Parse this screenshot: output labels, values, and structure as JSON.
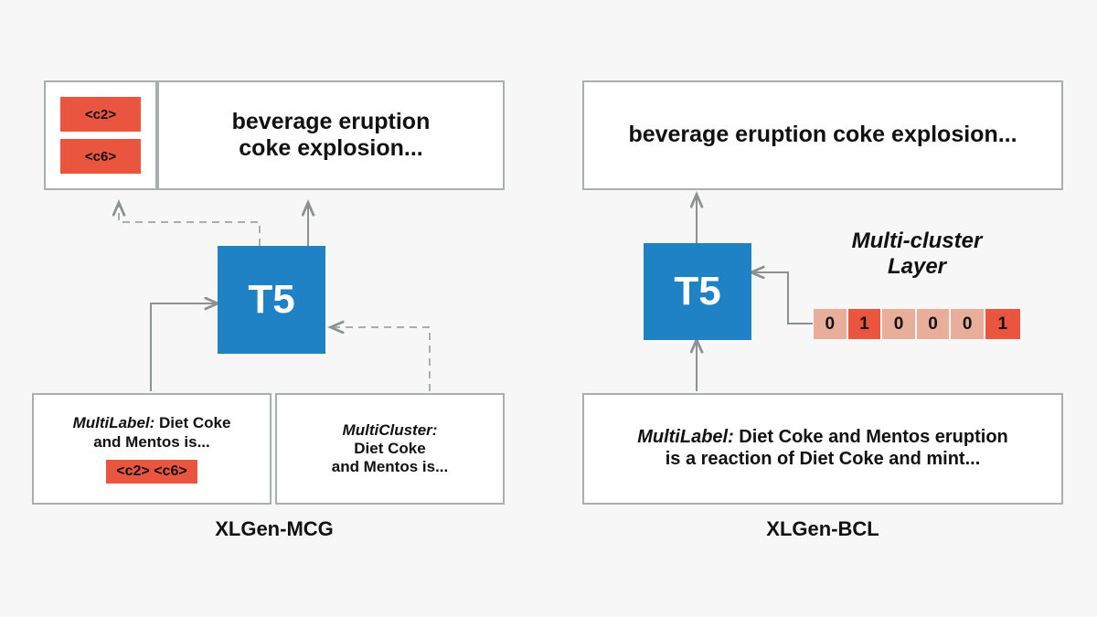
{
  "figure": {
    "background_color": "#f7f7f7",
    "box_border_color": "#a9aeae",
    "accent_blue": "#1f82c4",
    "accent_red": "#ea5540",
    "accent_red_light": "#e9ae99",
    "arrow_color": "#8c9191"
  },
  "left_panel": {
    "caption": "XLGen-MCG",
    "model_label": "T5",
    "cluster_output": {
      "tags": [
        "<c2>",
        "<c6>"
      ]
    },
    "text_output": {
      "line1": "beverage eruption",
      "line2": "coke explosion..."
    },
    "input_multilabel": {
      "prefix": "MultiLabel:",
      "line1": " Diet Coke",
      "line2": "and Mentos is...",
      "tag_chip": "<c2>  <c6>"
    },
    "input_multicluster": {
      "prefix": "MultiCluster:",
      "line1": "Diet Coke",
      "line2": "and Mentos is..."
    }
  },
  "right_panel": {
    "caption": "XLGen-BCL",
    "model_label": "T5",
    "text_output": "beverage eruption coke explosion...",
    "layer_title": {
      "line1": "Multi-cluster",
      "line2": "Layer"
    },
    "input_multilabel": {
      "prefix": "MultiLabel:",
      "line1": " Diet Coke and Mentos eruption",
      "line2": "is a reaction of Diet Coke and mint..."
    },
    "cluster_vector": {
      "values": [
        "0",
        "1",
        "0",
        "0",
        "0",
        "1"
      ],
      "on_color": "#ea5540",
      "off_color": "#e9ae99"
    }
  }
}
